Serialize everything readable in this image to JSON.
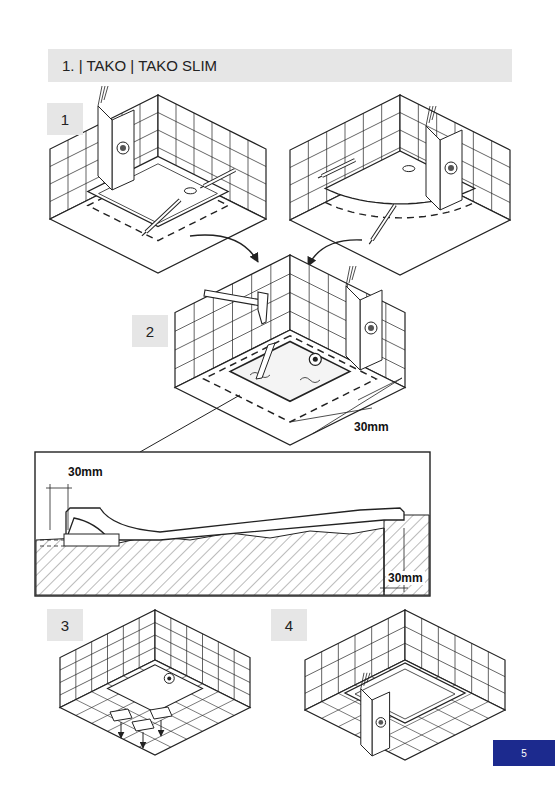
{
  "diagram": {
    "title": "1. | TAKO | TAKO SLIM",
    "nodes": [
      {
        "text": [
          "1"
        ]
      },
      {
        "text": [
          "2"
        ]
      },
      {
        "text": [
          "3"
        ]
      },
      {
        "text": [
          "4"
        ]
      },
      {
        "text": [
          "5"
        ]
      }
    ],
    "labels": [
      "30mm",
      "30mm",
      "30mm"
    ]
  }
}
